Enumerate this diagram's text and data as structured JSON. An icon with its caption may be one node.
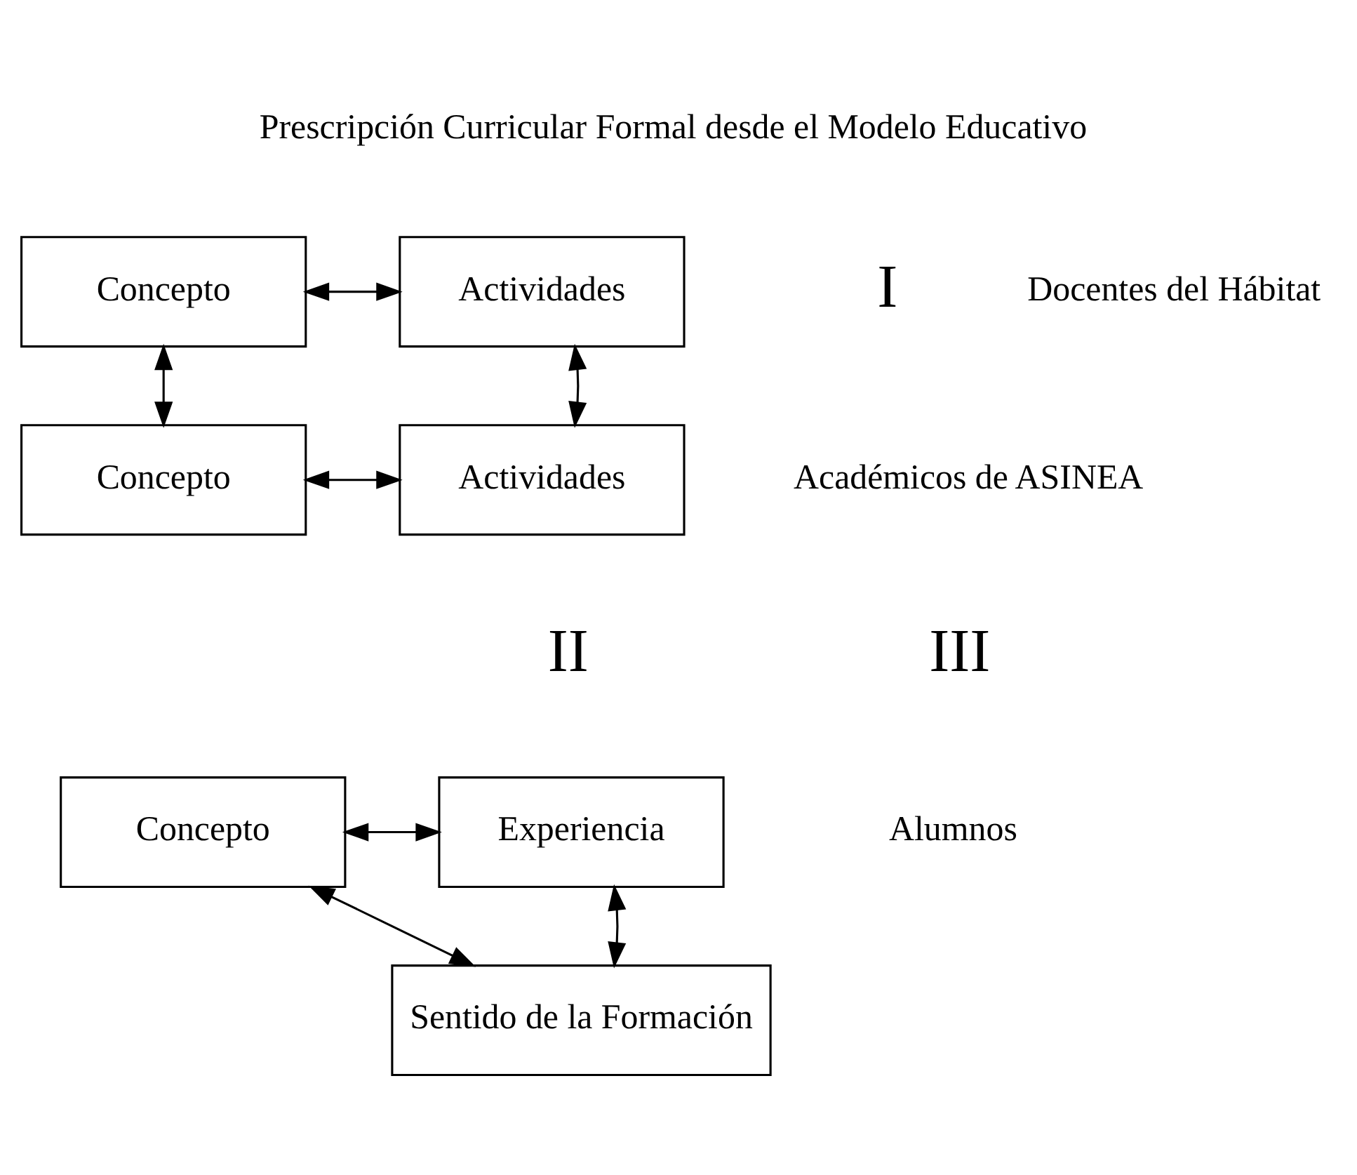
{
  "diagram": {
    "nodes": [
      {
        "text": [
          "Concepto"
        ]
      },
      {
        "text": [
          "Actividades"
        ]
      },
      {
        "text": [
          "Concepto"
        ]
      },
      {
        "text": [
          "Actividades"
        ]
      },
      {
        "text": [
          "Concepto"
        ]
      },
      {
        "text": [
          "Experiencia"
        ]
      },
      {
        "text": [
          "Sentido de la Formación"
        ]
      }
    ],
    "edges": [
      {
        "from": 0,
        "to": 1,
        "arrow": "both"
      },
      {
        "from": 0,
        "to": 2,
        "arrow": "both"
      },
      {
        "from": 1,
        "to": 3,
        "arrow": "both"
      },
      {
        "from": 2,
        "to": 3,
        "arrow": "both"
      },
      {
        "from": 4,
        "to": 5,
        "arrow": "both"
      },
      {
        "from": 4,
        "to": 6,
        "arrow": "both"
      },
      {
        "from": 5,
        "to": 6,
        "arrow": "both"
      }
    ],
    "labels": [
      "Prescripción Curricular Formal desde el Modelo Educativo",
      "Docentes del Hábitat",
      "I",
      "Académicos de ASINEA",
      "II",
      "III",
      "Alumnos"
    ]
  }
}
